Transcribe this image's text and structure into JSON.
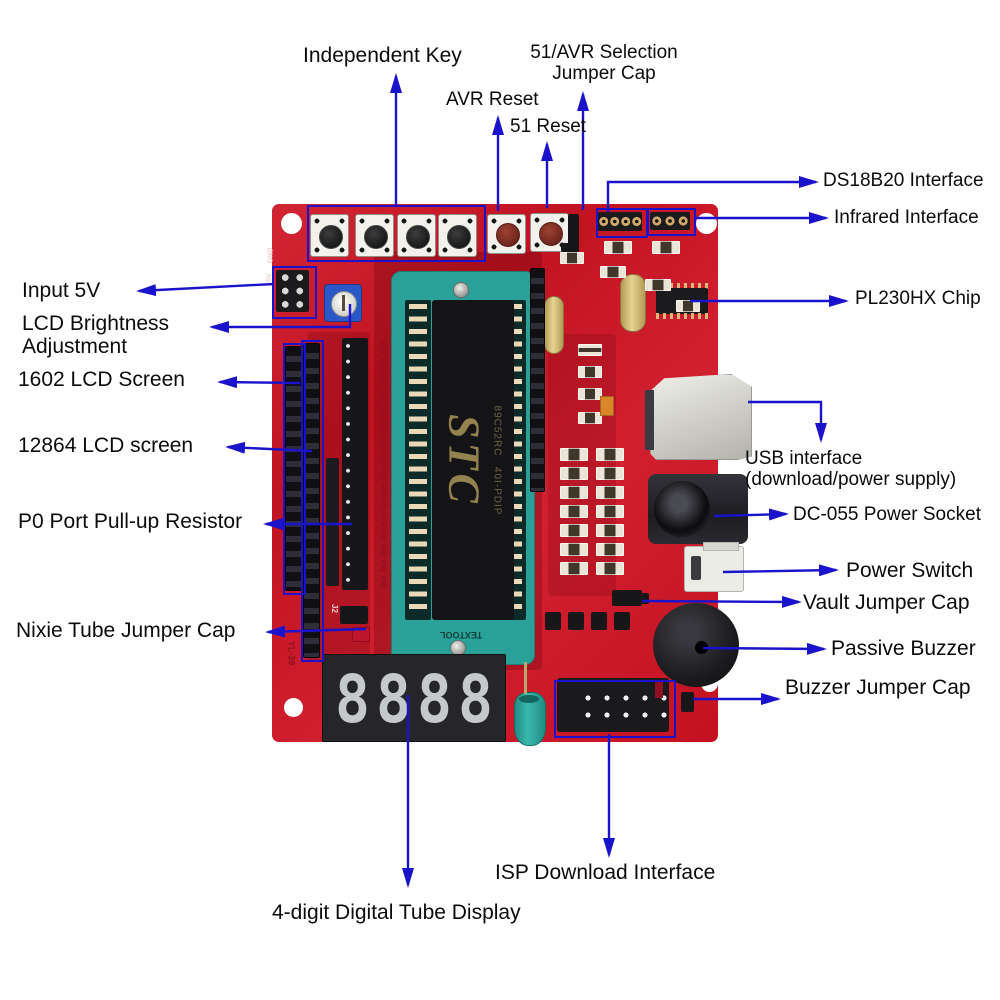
{
  "colors": {
    "annotation_blue": "#1b12cb",
    "board_red": "#ce1424",
    "zif_teal": "#2aa198",
    "label_text": "#0b0b0b"
  },
  "labels": {
    "independent_key": "Independent Key",
    "avr51_selection_line1": "51/AVR Selection",
    "avr51_selection_line2": "Jumper Cap",
    "avr_reset": "AVR Reset",
    "reset_51": "51 Reset",
    "ds18b20": "DS18B20 Interface",
    "infrared": "Infrared Interface",
    "input_5v": "Input 5V",
    "lcd_brightness_line1": "LCD Brightness",
    "lcd_brightness_line2": "Adjustment",
    "lcd_1602": "1602 LCD Screen",
    "lcd_12864": "12864 LCD screen",
    "pl230hx": "PL230HX Chip",
    "usb_line1": "USB interface",
    "usb_line2": "(download/power supply)",
    "dc055": "DC-055 Power Socket",
    "p0_pullup": "P0 Port Pull-up Resistor",
    "power_switch": "Power Switch",
    "vault_jumper": "Vault Jumper Cap",
    "nixie_jumper": "Nixie Tube Jumper Cap",
    "passive_buzzer": "Passive Buzzer",
    "buzzer_jumper": "Buzzer Jumper Cap",
    "isp_download": "ISP Download Interface",
    "digital_tube": "4-digit Digital Tube Display"
  },
  "board": {
    "model": "YL-39",
    "chip_logo": "STC",
    "chip_part": "89C52RC",
    "chip_part2": "40I-PDIP",
    "socket_marking": "TEXTOOL",
    "jumper_j2": "J2",
    "silk_gnd": "GND",
    "silk_5v": "+5V",
    "display_digits": [
      "8",
      "8",
      "8",
      "8"
    ],
    "port_labels_p2": [
      "P20",
      "P21",
      "P22",
      "P23",
      "P24",
      "P25",
      "P26",
      "P27"
    ],
    "port_labels_p0": [
      "P07",
      "P06",
      "P05",
      "P04",
      "P03",
      "P02",
      "P01",
      "P00"
    ]
  }
}
